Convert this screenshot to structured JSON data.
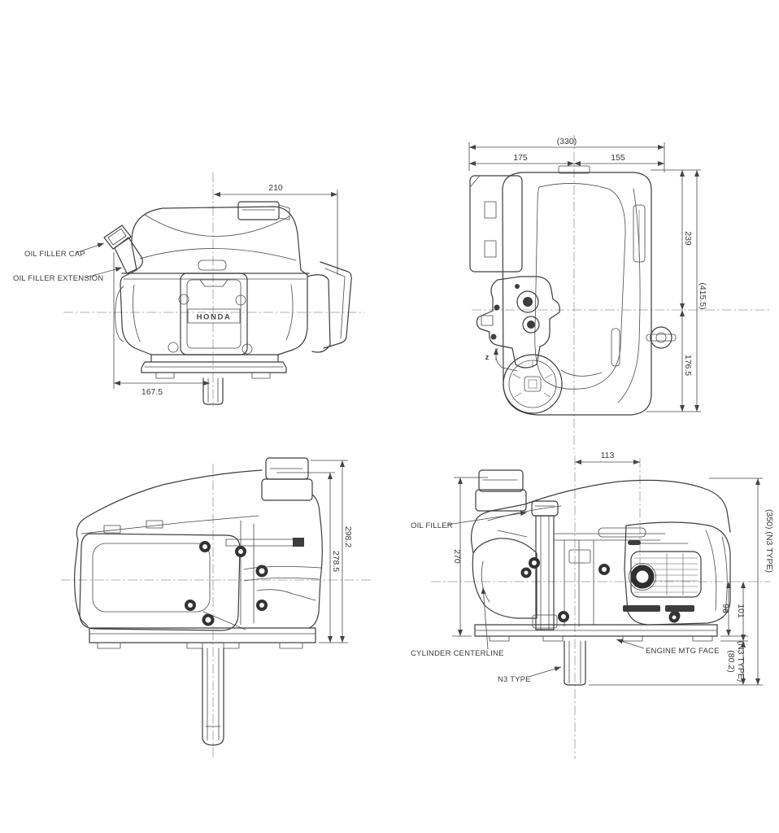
{
  "drawing": {
    "brand": "HONDA",
    "line_color": "#3d3d3d",
    "centerline_color": "#9a9a9a",
    "background": "#ffffff"
  },
  "front_view": {
    "callout_oil_filler_cap": "OIL FILLER CAP",
    "callout_oil_filler_extension": "OIL FILLER EXTENSION",
    "dim_center_to_right_edge": "210",
    "dim_left_edge_to_center": "167.5"
  },
  "top_view": {
    "dim_overall_width": "(330)",
    "dim_width_left_of_center": "175",
    "dim_width_right_of_center": "155",
    "dim_depth_above_center": "239",
    "dim_overall_depth": "(415.5)",
    "dim_depth_below_center": "176.5",
    "marker_z_axis": "z"
  },
  "left_side_view": {
    "dim_overall_height": "298.2",
    "dim_height_to_tank_top": "278.5"
  },
  "right_side_view": {
    "callout_oil_filler": "OIL FILLER",
    "callout_cylinder_centerline": "CYLINDER CENTERLINE",
    "callout_engine_mtg_face": "ENGINE MTG FACE",
    "callout_n3_type": "N3 TYPE",
    "dim_center_to_carb_face": "113",
    "dim_mtg_face_to_top": "270",
    "dim_overall_height_n3": "(350) (N3 TYPE)",
    "dim_center_to_mtg_face": "96",
    "dim_center_to_base_bottom": "101",
    "dim_mtg_face_to_shaft_end": "(80.2)",
    "dim_mtg_face_to_shaft_end_note": "(N3 TYPE)"
  }
}
